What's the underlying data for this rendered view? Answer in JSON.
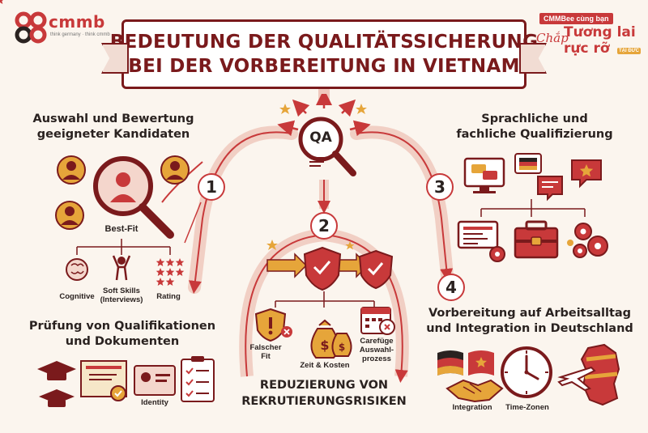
{
  "brand": {
    "name": "cmmb",
    "tagline": "think germany · think cmmb"
  },
  "slogan": {
    "top": "CMMBee cùng bạn",
    "mid": "Tương lai",
    "bottom": "rực rỡ",
    "script": "Chắp",
    "badge": "TẠI ĐỨC"
  },
  "title": {
    "line1": "BEDEUTUNG DER QUALITÄTSSICHERUNG",
    "line2": "BEI DER VORBEREITUNG IN VIETNAM"
  },
  "center": {
    "qa": "QA",
    "step_num": "2"
  },
  "section1": {
    "num": "1",
    "title_line1": "Auswahl und Bewertung",
    "title_line2": "geeigneter Kandidaten",
    "best_fit": "Best-Fit",
    "items": [
      "Cognitive",
      "Soft Skills",
      "(Interviews)",
      "Rating"
    ]
  },
  "section_docs": {
    "title_line1": "Prüfung von Qualifikationen",
    "title_line2": "und Dokumenten",
    "identity": "Identity"
  },
  "section2": {
    "title_line1": "REDUZIERUNG VON",
    "title_line2": "REKRUTIERUNGSRISIKEN",
    "items": [
      "Falscher",
      "Fit",
      "Zeit & Kosten",
      "Carefüge",
      "Auswahl-",
      "prozess"
    ]
  },
  "section3": {
    "num": "3",
    "title_line1": "Sprachliche und",
    "title_line2": "fachliche Qualifizierung"
  },
  "section4": {
    "num": "4",
    "title_line1": "Vorbereitung auf Arbeitsalltag",
    "title_line2": "und Integration in Deutschland",
    "items": [
      "Integration",
      "Time-Zonen"
    ]
  },
  "colors": {
    "maroon": "#7a1a1c",
    "red": "#c8393a",
    "gold": "#e6a53a",
    "cream": "#fbf5ee",
    "pink": "#f4d6cc"
  }
}
